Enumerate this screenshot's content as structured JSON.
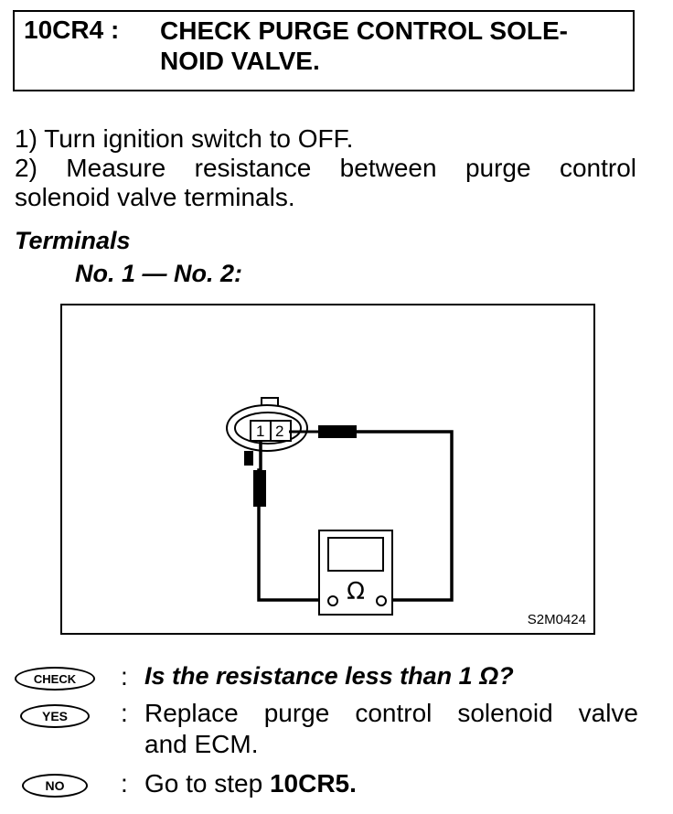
{
  "header": {
    "code": "10CR4 :",
    "title_line1": "CHECK PURGE CONTROL SOLE-",
    "title_line2": "NOID VALVE."
  },
  "steps": {
    "step1": "1)  Turn ignition switch to OFF.",
    "step2_line1": "2) Measure resistance between purge control",
    "step2_line2": "solenoid valve terminals."
  },
  "terminals": {
    "heading": "Terminals",
    "pair": "No. 1 — No. 2:"
  },
  "figure": {
    "connector_pin1": "1",
    "connector_pin2": "2",
    "meter_symbol": "Ω",
    "figure_code": "S2M0424",
    "icons": [
      "connector-icon",
      "ohmmeter-icon",
      "test-lead-icon"
    ]
  },
  "check": {
    "badge": "CHECK",
    "question": "Is the resistance less than 1 Ω?"
  },
  "yes": {
    "badge": "YES",
    "line1": "Replace purge control solenoid valve",
    "line2": "and ECM."
  },
  "no": {
    "badge": "NO",
    "prefix": "Go to step ",
    "target": "10CR5."
  },
  "colon": ":"
}
